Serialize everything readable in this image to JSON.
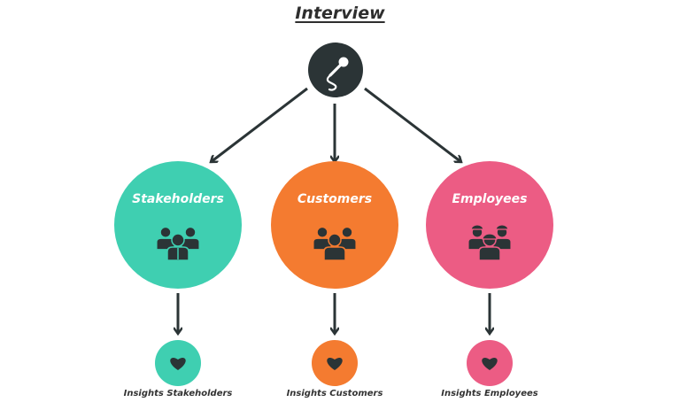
{
  "title": "Interview",
  "root": {
    "icon": "microphone-icon",
    "color": "#2b3436"
  },
  "nodes": [
    {
      "label": "Stakeholders",
      "color": "#3fcfb1",
      "icon": "business-people-icon",
      "insight": {
        "label": "Insights Stakeholders",
        "icon": "heart-icon"
      }
    },
    {
      "label": "Customers",
      "color": "#f47b30",
      "icon": "group-people-icon",
      "insight": {
        "label": "Insights Customers",
        "icon": "heart-icon"
      }
    },
    {
      "label": "Employees",
      "color": "#ec5c84",
      "icon": "workers-hardhat-icon",
      "insight": {
        "label": "Insights Employees",
        "icon": "heart-icon"
      }
    }
  ],
  "icon_color": "#2b3436",
  "arrow_color": "#2b3436"
}
